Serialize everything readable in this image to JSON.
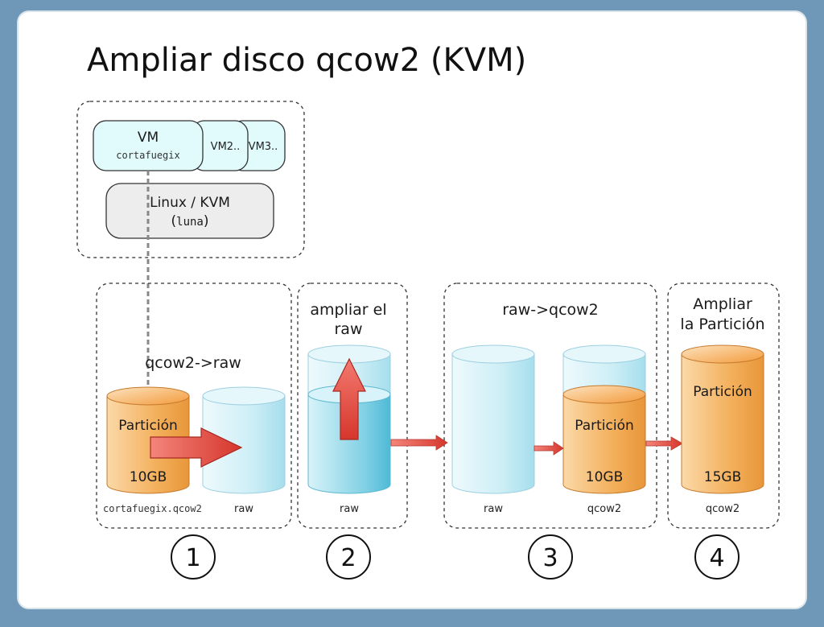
{
  "title": "Ampliar disco qcow2 (KVM)",
  "host": {
    "vm_label": "VM",
    "vm_name": "cortafuegix",
    "vm2_label": "VM2..",
    "vm3_label": "VM3..",
    "os_label": "Linux / KVM",
    "host_open": "(",
    "host_name": "luna",
    "host_close": ")"
  },
  "step1": {
    "heading": "qcow2->raw",
    "src_label": "Partición",
    "src_size": "10GB",
    "src_file": "cortafuegix.qcow2",
    "dst_file": "raw",
    "number": "1"
  },
  "step2": {
    "heading_line1": "ampliar el",
    "heading_line2": "raw",
    "file": "raw",
    "number": "2"
  },
  "step3": {
    "heading": "raw->qcow2",
    "src_file": "raw",
    "dst_label": "Partición",
    "dst_size": "10GB",
    "dst_file": "qcow2",
    "number": "3"
  },
  "step4": {
    "heading_line1": "Ampliar",
    "heading_line2": "la Partición",
    "label": "Partición",
    "size": "15GB",
    "file": "qcow2",
    "number": "4"
  },
  "colors": {
    "frame": "#6f98b8",
    "canvas": "#ffffff",
    "cyan_fill": "#cdeef6",
    "cyan_top": "#e6f7fb",
    "orange_fill": "#f3b05c",
    "orange_top": "#f9c989",
    "arrow_red": "#e0463c",
    "vm_fill": "#e1fbfd",
    "host_fill": "#ededed"
  }
}
